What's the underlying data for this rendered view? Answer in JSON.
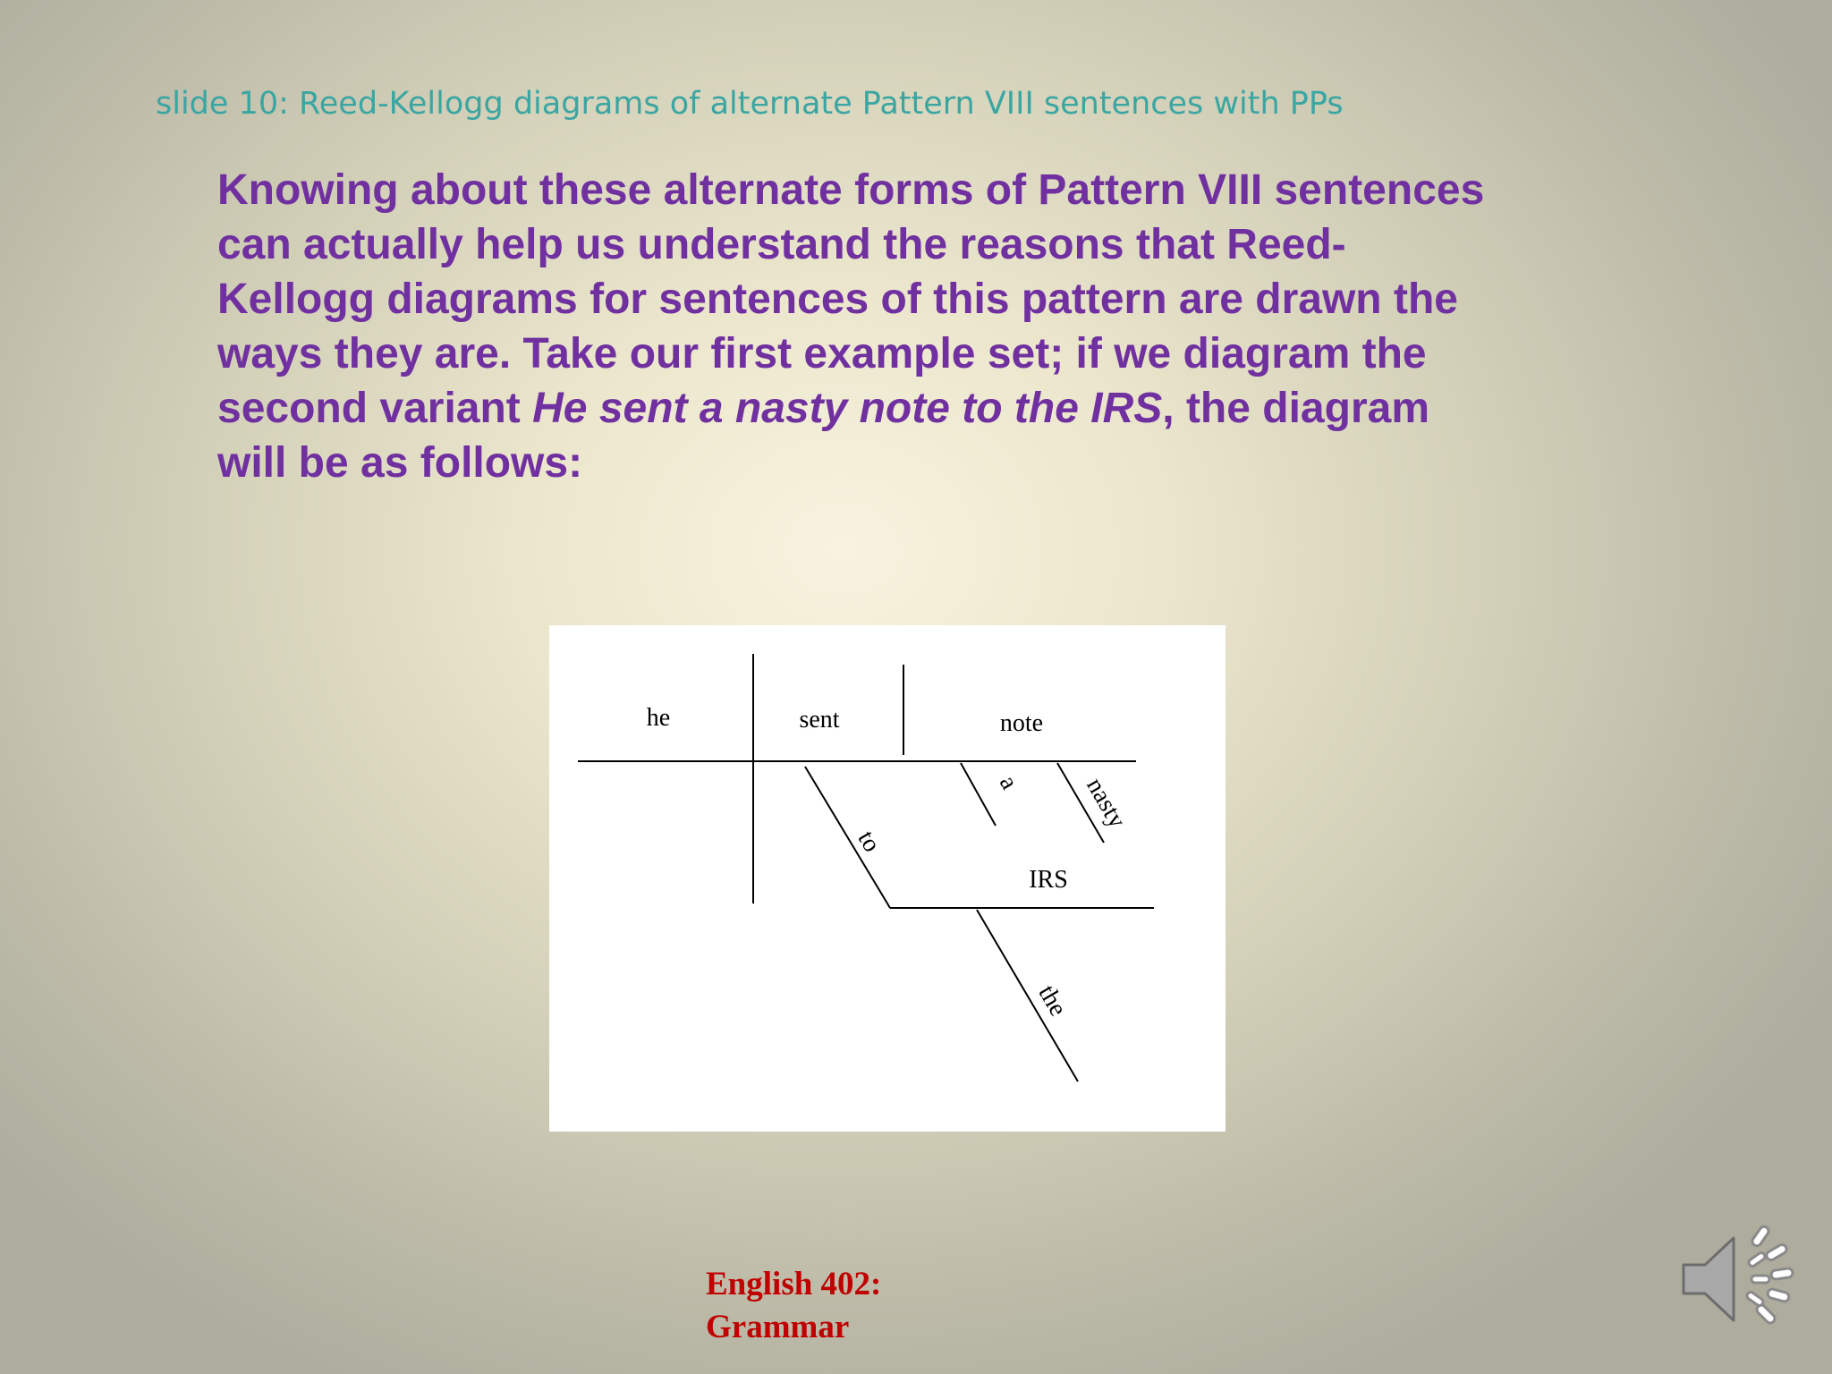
{
  "slide": {
    "title": "slide 10: Reed-Kellogg diagrams of alternate Pattern VIII sentences with PPs",
    "body": {
      "line1": "Knowing about these alternate forms of Pattern VIII sentences",
      "line2": "can actually help us understand the reasons that Reed-",
      "line3": "Kellogg diagrams for sentences of this pattern are drawn the",
      "line4": "ways they are. Take our first example set; if we diagram the",
      "line5_prefix": "second variant ",
      "line5_italic": "He sent a nasty note to the IRS",
      "line5_suffix": ", the diagram",
      "line6": "will be as follows:"
    },
    "diagram": {
      "subject": "he",
      "verb": "sent",
      "object": "note",
      "modifier_a": "a",
      "modifier_nasty": "nasty",
      "preposition": "to",
      "prep_object": "IRS",
      "prep_modifier": "the"
    },
    "footer": {
      "line1": "English 402:",
      "line2": "Grammar"
    },
    "audio_icon": "speaker-icon"
  }
}
